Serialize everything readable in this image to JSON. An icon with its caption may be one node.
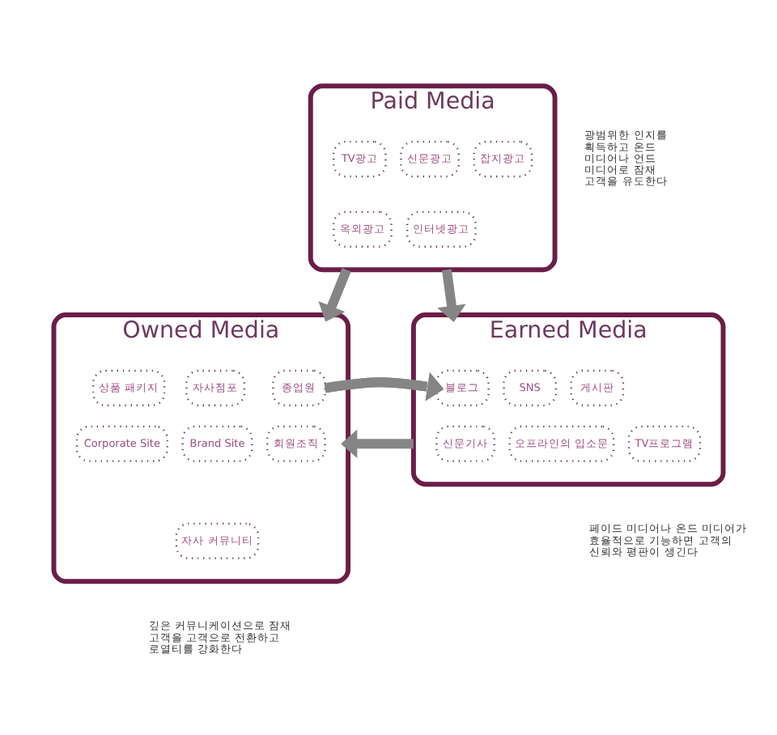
{
  "diagram": {
    "nodes": [
      {
        "text": [
          "Paid Media"
        ],
        "beside": [
          "광범위한 인지를 획득하고 온드 미디어나 언드 미디어로 잠재 고객을 유도한다"
        ]
      },
      {
        "text": [
          "TV광고"
        ],
        "in": 0
      },
      {
        "text": [
          "신문광고"
        ],
        "in": 0
      },
      {
        "text": [
          "잡지광고"
        ],
        "in": 0
      },
      {
        "text": [
          "옥외광고"
        ],
        "in": 0
      },
      {
        "text": [
          "인터넷광고"
        ],
        "in": 0
      },
      {
        "text": [
          "Owned Media"
        ],
        "beside": [
          "깊은 커뮤니케이션으로 잠재 고객을 고객으로 전환하고 로열티를 강화한다"
        ]
      },
      {
        "text": [
          "상품 패키지"
        ],
        "in": 6
      },
      {
        "text": [
          "자사점포"
        ],
        "in": 6
      },
      {
        "text": [
          "종업원"
        ],
        "in": 6
      },
      {
        "text": [
          "Corporate Site"
        ],
        "in": 6
      },
      {
        "text": [
          "Brand Site"
        ],
        "in": 6
      },
      {
        "text": [
          "회원조직"
        ],
        "in": 6
      },
      {
        "text": [
          "자사 커뮤니티"
        ],
        "in": 6
      },
      {
        "text": [
          "Earned Media"
        ],
        "beside": [
          "페이드 미디어나 온드 미디어가 효율적으로 기능하면 고객의 신뢰와 평판이 생긴다"
        ]
      },
      {
        "text": [
          "블로그"
        ],
        "in": 14
      },
      {
        "text": [
          "SNS"
        ],
        "in": 14
      },
      {
        "text": [
          "게시판"
        ],
        "in": 14
      },
      {
        "text": [
          "신문기사"
        ],
        "in": 14
      },
      {
        "text": [
          "오프라인의 입소문"
        ],
        "in": 14
      },
      {
        "text": [
          "TV프로그램"
        ],
        "in": 14
      }
    ],
    "edges": [
      {
        "from": 0,
        "to": 6,
        "arrow": "to"
      },
      {
        "from": 0,
        "to": 14,
        "arrow": "to"
      },
      {
        "from": 6,
        "to": 14,
        "arrow": "to"
      },
      {
        "from": 14,
        "to": 6,
        "arrow": "to"
      }
    ]
  }
}
